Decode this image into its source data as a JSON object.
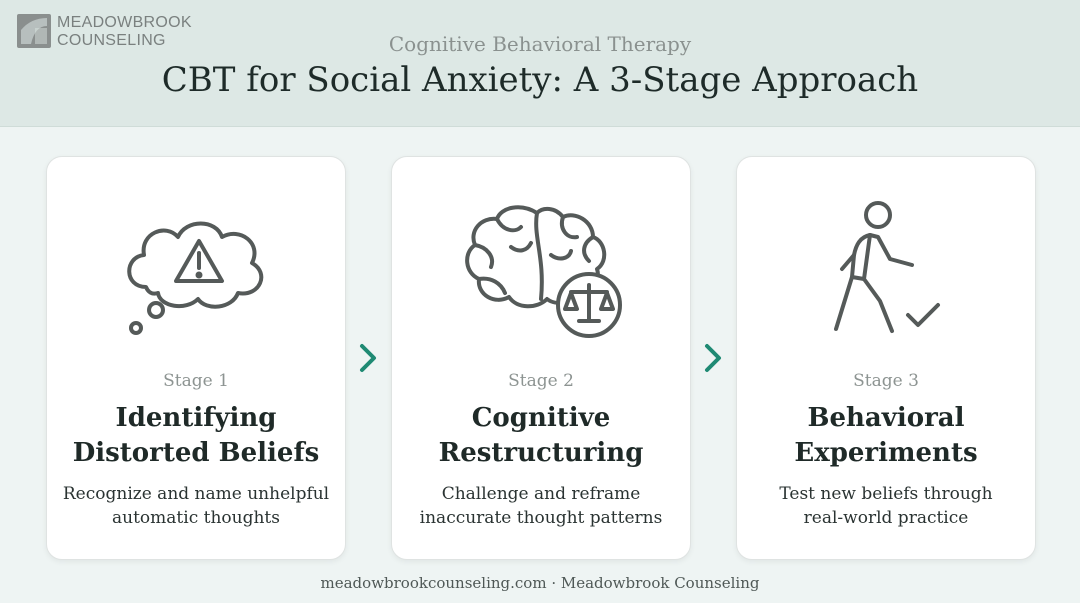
{
  "logo": {
    "line1": "MEADOWBROOK",
    "line2": "COUNSELING"
  },
  "header": {
    "subtitle": "Cognitive Behavioral Therapy",
    "title": "CBT for Social Anxiety: A 3-Stage Approach"
  },
  "stages": [
    {
      "label": "Stage 1",
      "title_line1": "Identifying",
      "title_line2": "Distorted Beliefs",
      "desc_line1": "Recognize and name unhelpful",
      "desc_line2": "automatic thoughts",
      "icon": "thought-bubble-warning-icon"
    },
    {
      "label": "Stage 2",
      "title_line1": "Cognitive",
      "title_line2": "Restructuring",
      "desc_line1": "Challenge and reframe",
      "desc_line2": "inaccurate thought patterns",
      "icon": "brain-scales-icon"
    },
    {
      "label": "Stage 3",
      "title_line1": "Behavioral",
      "title_line2": "Experiments",
      "desc_line1": "Test new beliefs through",
      "desc_line2": "real-world practice",
      "icon": "walking-person-check-icon"
    }
  ],
  "footer": {
    "text": "meadowbrookcounseling.com · Meadowbrook Counseling"
  },
  "colors": {
    "accent": "#1f8a73",
    "header_bg": "#dde8e5",
    "page_bg": "#eef4f3",
    "icon_stroke": "#555a59"
  }
}
